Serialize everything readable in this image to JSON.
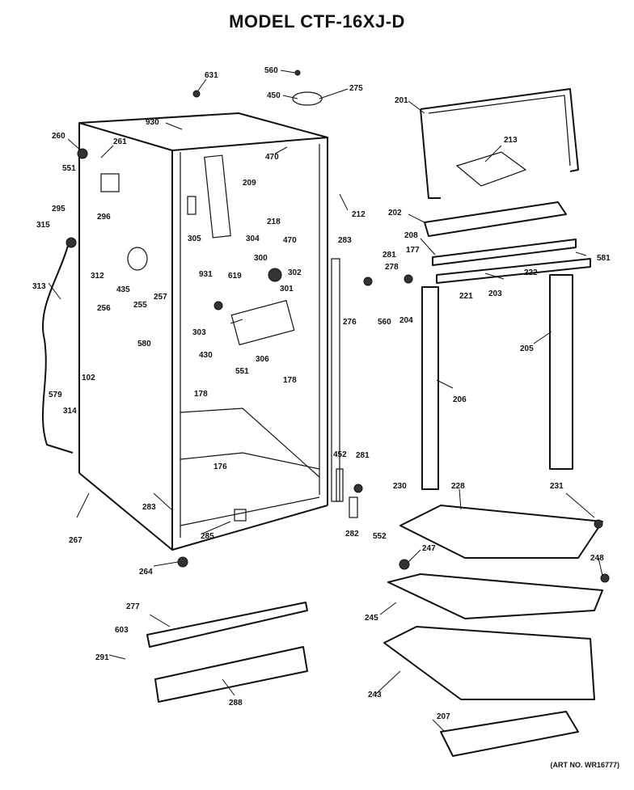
{
  "title": "MODEL CTF-16XJ-D",
  "art_number": "(ART NO. WR16777)",
  "part_labels": [
    "631",
    "560",
    "450",
    "275",
    "201",
    "930",
    "470",
    "260",
    "261",
    "551",
    "209",
    "213",
    "212",
    "295",
    "296",
    "218",
    "470",
    "202",
    "315",
    "283",
    "208",
    "281",
    "581",
    "312",
    "278",
    "177",
    "222",
    "300",
    "302",
    "313",
    "931",
    "619",
    "301",
    "221",
    "203",
    "435",
    "257",
    "256",
    "255",
    "303",
    "276",
    "560",
    "204",
    "306",
    "580",
    "205",
    "430",
    "551",
    "178",
    "102",
    "178",
    "579",
    "314",
    "206",
    "452",
    "281",
    "176",
    "230",
    "228",
    "231",
    "283",
    "282",
    "552",
    "267",
    "285",
    "247",
    "248",
    "264",
    "245",
    "277",
    "603",
    "291",
    "243",
    "288",
    "207",
    "305",
    "304"
  ]
}
